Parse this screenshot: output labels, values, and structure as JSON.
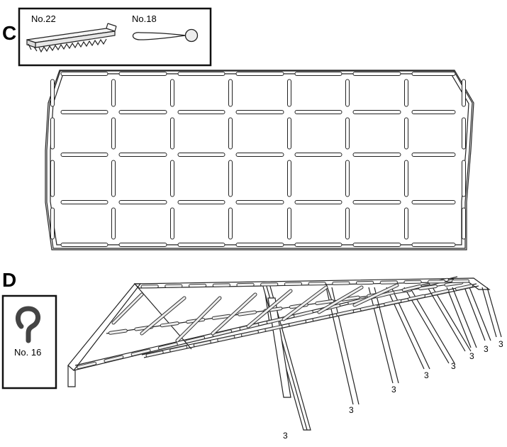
{
  "steps": {
    "c": {
      "letter": "C",
      "parts": [
        {
          "label": "No.22",
          "icon": "rail-connector-icon"
        },
        {
          "label": "No.18",
          "icon": "ball-bungee-icon"
        }
      ]
    },
    "d": {
      "letter": "D",
      "part": {
        "label": "No. 16",
        "icon": "hook-icon"
      },
      "leg_labels": [
        "3",
        "3",
        "3",
        "3",
        "3",
        "3",
        "3",
        "3"
      ]
    }
  }
}
